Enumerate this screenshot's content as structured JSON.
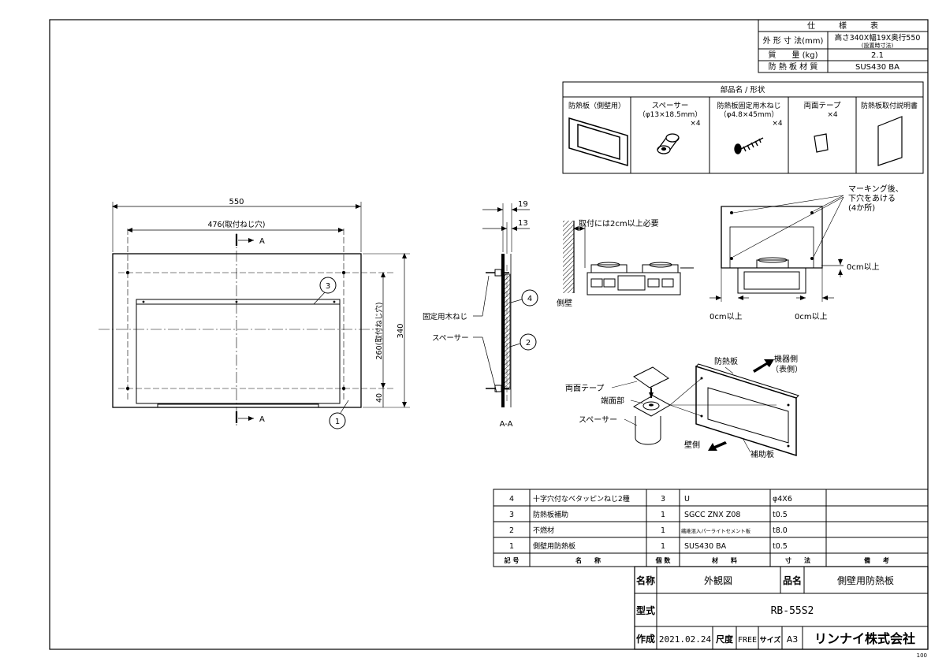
{
  "spec_table": {
    "header": "仕　　　様　　　表",
    "rows": [
      {
        "label": "外 形 寸 法(mm)",
        "value": "高さ340X幅19X奥行550",
        "sub": "(設置時寸法)"
      },
      {
        "label": "質　　量 (kg)",
        "value": "2.1"
      },
      {
        "label": "防 熱 板 材 質",
        "value": "SUS430 BA"
      }
    ]
  },
  "parts_table": {
    "header": "部品名 / 形状",
    "items": [
      {
        "name": "防熱板（側壁用）"
      },
      {
        "name": "スペーサー",
        "spec": "（φ13×18.5mm）",
        "qty": "×4"
      },
      {
        "name": "防熱板固定用木ねじ",
        "spec": "（φ4.8×45mm）",
        "qty": "×4"
      },
      {
        "name": "両面テープ",
        "qty": "×4"
      },
      {
        "name": "防熱板取付説明書"
      }
    ]
  },
  "front_view": {
    "dim_width": "550",
    "dim_holes": "476(取付ねじ穴)",
    "dim_height": "340",
    "dim_hole_height": "260(取付ねじ穴)",
    "dim_bottom": "40",
    "section_mark_top": "A",
    "section_mark_bottom": "A",
    "balloon_1": "1",
    "balloon_3": "3"
  },
  "section_view": {
    "dim_19": "19",
    "dim_13": "13",
    "label_screw": "固定用木ねじ",
    "label_spacer": "スペーサー",
    "balloon_4": "4",
    "balloon_2": "2",
    "caption": "A-A"
  },
  "install_side": {
    "note": "取付には2cm以上必要",
    "wall": "側壁"
  },
  "install_front": {
    "note_line1": "マーキング後、",
    "note_line2": "下穴をあける",
    "note_line3": "(4か所)",
    "clearance_right": "0cm以上",
    "clearance_left": "0cm以上",
    "clearance_bottom_right": "0cm以上"
  },
  "iso_view": {
    "label_plate": "防熱板",
    "label_device_side": "機器側",
    "label_device_side_sub": "（表側）",
    "label_tape": "両面テープ",
    "label_end": "端面部",
    "label_spacer": "スペーサー",
    "label_wall_side": "壁側",
    "label_aux": "補助板"
  },
  "bom": {
    "headers": {
      "no": "記 号",
      "name": "名　　称",
      "qty": "個 数",
      "material": "材　　料",
      "dim": "寸　　法",
      "note": "備　　考"
    },
    "rows": [
      {
        "no": "4",
        "name": "十字穴付なべタッピンねじ2種",
        "qty": "3",
        "material": "U",
        "dim": "φ4X6",
        "note": ""
      },
      {
        "no": "3",
        "name": "防熱板補助",
        "qty": "1",
        "material": "SGCC ZNX Z08",
        "dim": "t0.5",
        "note": ""
      },
      {
        "no": "2",
        "name": "不燃材",
        "qty": "1",
        "material": "繊維混入パーライトセメント板",
        "dim": "t8.0",
        "note": ""
      },
      {
        "no": "1",
        "name": "側壁用防熱板",
        "qty": "1",
        "material": "SUS430 BA",
        "dim": "t0.5",
        "note": ""
      }
    ]
  },
  "title_block": {
    "name_label": "名称",
    "name_value": "外観図",
    "product_label": "品名",
    "product_value": "側壁用防熱板",
    "model_label": "型式",
    "model_value": "RB-55S2",
    "made_label": "作成",
    "made_value": "2021.02.24",
    "scale_label": "尺度",
    "scale_value": "FREE",
    "size_label": "サイズ",
    "size_value": "A3",
    "company": "リンナイ株式会社"
  },
  "sheet_number": "100"
}
